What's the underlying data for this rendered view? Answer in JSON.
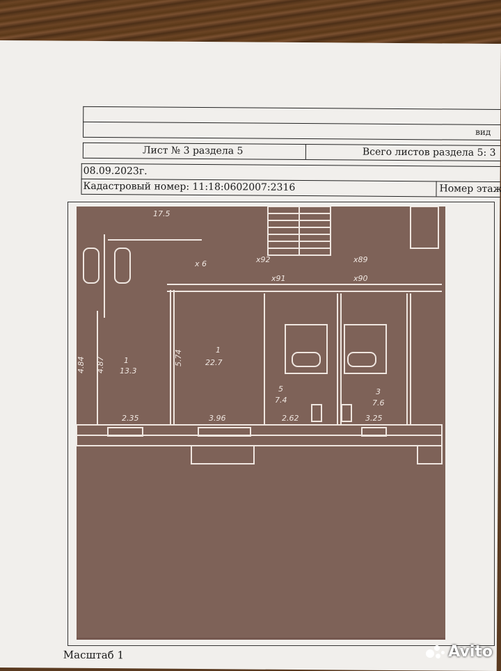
{
  "header": {
    "view_label": "вид",
    "sheet_label": "Лист № 3 раздела 5",
    "total_sheets_label": "Всего листов раздела 5: 3",
    "date": "08.09.2023г.",
    "cadastral_number": "Кадастровый номер: 11:18:0602007:2316",
    "floor_number_label": "Номер этаж"
  },
  "footer": {
    "scale_label": "Масштаб 1"
  },
  "watermark": {
    "brand": "Avito"
  },
  "plan": {
    "rooms": [
      {
        "number": "1",
        "area": "13.3"
      },
      {
        "number": "1",
        "area": "22.7"
      },
      {
        "number": "5",
        "area": "7.4"
      },
      {
        "number": "3",
        "area": "7.6"
      }
    ],
    "dimensions": [
      "2.35",
      "3.96",
      "2.62",
      "3.25",
      "5.74",
      "4.84",
      "4.87"
    ],
    "labels": [
      "17.5",
      "х 6",
      "х92",
      "х89",
      "х91",
      "х90"
    ],
    "colors": {
      "plan_bg": "#7e6258",
      "lines": "#efe6e0"
    }
  }
}
